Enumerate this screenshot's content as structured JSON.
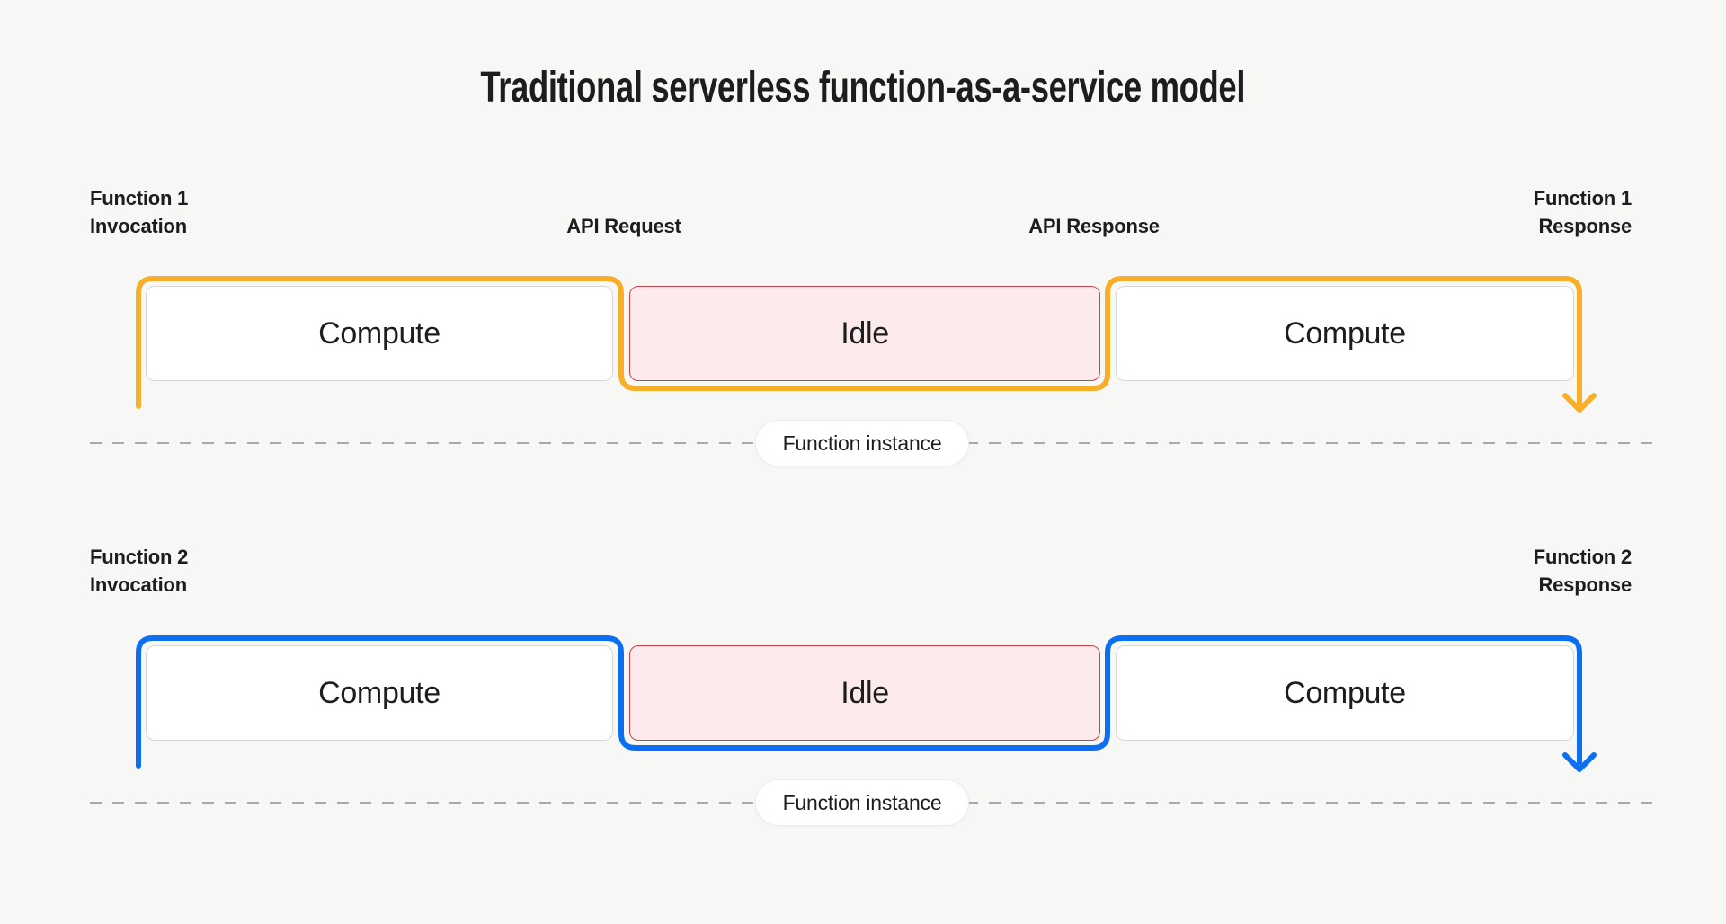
{
  "title": "Traditional serverless function-as-a-service model",
  "colors": {
    "background": "#f7f7f5",
    "text": "#1d1d1f",
    "box-border": "#d7d6d3",
    "box-bg": "#ffffff",
    "idle-bg": "#fcebea",
    "idle-border": "#cb414a",
    "dashed-line": "#a9a9a9",
    "pill-bg": "#ffffff",
    "pill-border": "#ececea"
  },
  "rows": [
    {
      "name": "Function 1",
      "accent": "#f8ae27",
      "invocation_label": {
        "line1": "Function 1",
        "line2": "Invocation"
      },
      "api_request_label": "API Request",
      "api_response_label": "API Response",
      "response_label": {
        "line1": "Function 1",
        "line2": "Response"
      },
      "segments": [
        {
          "label": "Compute",
          "state": "compute"
        },
        {
          "label": "Idle",
          "state": "idle"
        },
        {
          "label": "Compute",
          "state": "compute"
        }
      ],
      "instance_label": "Function instance"
    },
    {
      "name": "Function 2",
      "accent": "#0c6ff2",
      "invocation_label": {
        "line1": "Function 2",
        "line2": "Invocation"
      },
      "response_label": {
        "line1": "Function 2",
        "line2": "Response"
      },
      "segments": [
        {
          "label": "Compute",
          "state": "compute"
        },
        {
          "label": "Idle",
          "state": "idle"
        },
        {
          "label": "Compute",
          "state": "compute"
        }
      ],
      "instance_label": "Function instance"
    }
  ]
}
